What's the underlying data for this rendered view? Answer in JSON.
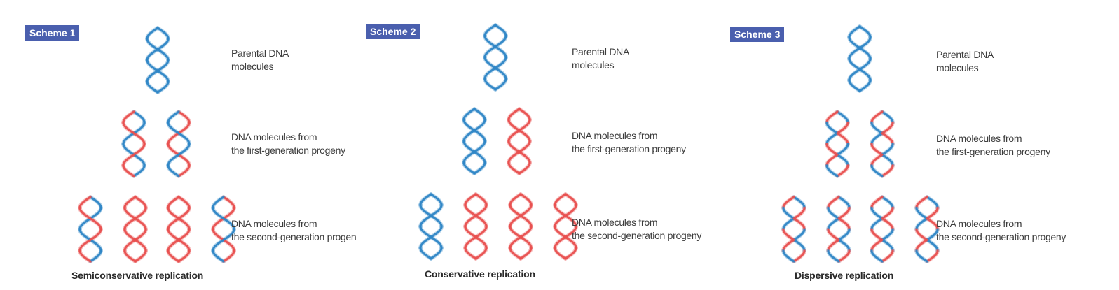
{
  "colors": {
    "parental": "#2f86c6",
    "newly_synthesized": "#e8504f",
    "badge": "#4a5fae"
  },
  "schemes": [
    {
      "badge": "Scheme 1",
      "caption": "Semiconservative replication",
      "rows": [
        {
          "label_line1": "Parental DNA",
          "label_line2": "molecules",
          "molecules": [
            [
              "blue",
              "blue"
            ]
          ]
        },
        {
          "label_line1": "DNA molecules from",
          "label_line2": "the first-generation progeny",
          "molecules": [
            [
              "blue",
              "red"
            ],
            [
              "red",
              "blue"
            ]
          ]
        },
        {
          "label_line1": "DNA molecules from",
          "label_line2": "the second-generation progen",
          "molecules": [
            [
              "blue",
              "red"
            ],
            [
              "red",
              "red"
            ],
            [
              "red",
              "red"
            ],
            [
              "red",
              "blue"
            ]
          ]
        }
      ]
    },
    {
      "badge": "Scheme 2",
      "caption": "Conservative replication",
      "rows": [
        {
          "label_line1": "Parental DNA",
          "label_line2": "molecules",
          "molecules": [
            [
              "blue",
              "blue"
            ]
          ]
        },
        {
          "label_line1": "DNA molecules from",
          "label_line2": "the first-generation progeny",
          "molecules": [
            [
              "blue",
              "blue"
            ],
            [
              "red",
              "red"
            ]
          ]
        },
        {
          "label_line1": "DNA molecules from",
          "label_line2": "the second-generation progeny",
          "molecules": [
            [
              "blue",
              "blue"
            ],
            [
              "red",
              "red"
            ],
            [
              "red",
              "red"
            ],
            [
              "red",
              "red"
            ]
          ]
        }
      ]
    },
    {
      "badge": "Scheme 3",
      "caption": "Dispersive replication",
      "rows": [
        {
          "label_line1": "Parental DNA",
          "label_line2": "molecules",
          "molecules": [
            [
              "blue",
              "blue"
            ]
          ]
        },
        {
          "label_line1": "DNA molecules from",
          "label_line2": "the first-generation progeny",
          "molecules": [
            [
              "mixed",
              "mixed"
            ],
            [
              "mixed",
              "mixed"
            ]
          ]
        },
        {
          "label_line1": "DNA molecules from",
          "label_line2": "the second-generation progeny",
          "molecules": [
            [
              "mixed",
              "mixed"
            ],
            [
              "mixed",
              "mixed"
            ],
            [
              "mixed",
              "mixed"
            ],
            [
              "mixed",
              "mixed"
            ]
          ]
        }
      ]
    }
  ]
}
